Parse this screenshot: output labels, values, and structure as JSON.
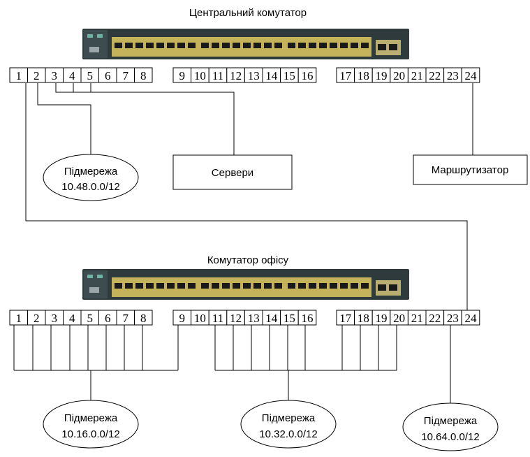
{
  "central": {
    "title": "Центральний комутатор",
    "ports": [
      "1",
      "2",
      "3",
      "4",
      "5",
      "6",
      "7",
      "8",
      "9",
      "10",
      "11",
      "12",
      "13",
      "14",
      "15",
      "16",
      "17",
      "18",
      "19",
      "20",
      "21",
      "22",
      "23",
      "24"
    ]
  },
  "office": {
    "title": "Комутатор офісу",
    "ports": [
      "1",
      "2",
      "3",
      "4",
      "5",
      "6",
      "7",
      "8",
      "9",
      "10",
      "11",
      "12",
      "13",
      "14",
      "15",
      "16",
      "17",
      "18",
      "19",
      "20",
      "21",
      "22",
      "23",
      "24"
    ]
  },
  "nodes": {
    "subnet_48": {
      "line1": "Підмережа",
      "line2": "10.48.0.0/12"
    },
    "servers": {
      "label": "Сервери"
    },
    "router": {
      "label": "Маршрутизатор"
    },
    "subnet_16": {
      "line1": "Підмережа",
      "line2": "10.16.0.0/12"
    },
    "subnet_32": {
      "line1": "Підмережа",
      "line2": "10.32.0.0/12"
    },
    "subnet_64": {
      "line1": "Підмережа",
      "line2": "10.64.0.0/12"
    }
  },
  "colors": {
    "switch_body": "#2e3a3c",
    "panel": "#c4b35a",
    "port": "#1a1a1a"
  }
}
